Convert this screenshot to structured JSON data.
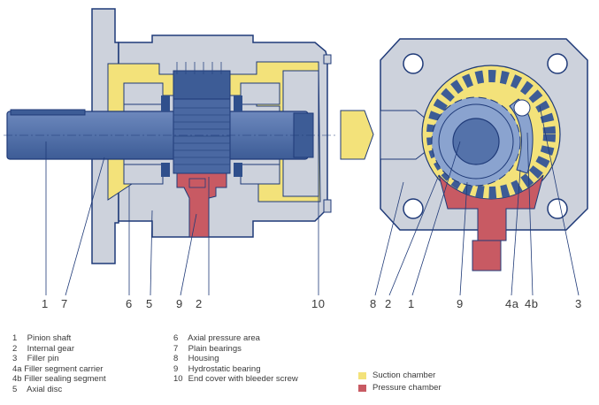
{
  "colors": {
    "housing": "#cdd2dc",
    "housing_stroke": "#1f3a78",
    "shaft": "#5876ad",
    "shaft_dark": "#2f4f8c",
    "suction": "#f3e27a",
    "pressure": "#c85a63",
    "gear": "#8aa3cf",
    "text": "#3a3a3a"
  },
  "callouts_left": [
    "1",
    "7",
    "6",
    "5",
    "9",
    "2",
    "10"
  ],
  "callouts_right": [
    "8",
    "2",
    "1",
    "9",
    "4a",
    "4b",
    "3"
  ],
  "legend_col1": [
    {
      "num": "1",
      "label": "Pinion shaft"
    },
    {
      "num": "2",
      "label": "Internal gear"
    },
    {
      "num": "3",
      "label": "Filler pin"
    },
    {
      "num": "4a",
      "label": "Filler segment carrier"
    },
    {
      "num": "4b",
      "label": "Filler sealing segment"
    },
    {
      "num": "5",
      "label": "Axial disc"
    }
  ],
  "legend_col2": [
    {
      "num": "6",
      "label": "Axial pressure area"
    },
    {
      "num": "7",
      "label": "Plain bearings"
    },
    {
      "num": "8",
      "label": "Housing"
    },
    {
      "num": "9",
      "label": "Hydrostatic bearing"
    },
    {
      "num": "10",
      "label": "End cover with bleeder screw"
    }
  ],
  "key": {
    "suction": "Suction chamber",
    "pressure": "Pressure chamber"
  }
}
